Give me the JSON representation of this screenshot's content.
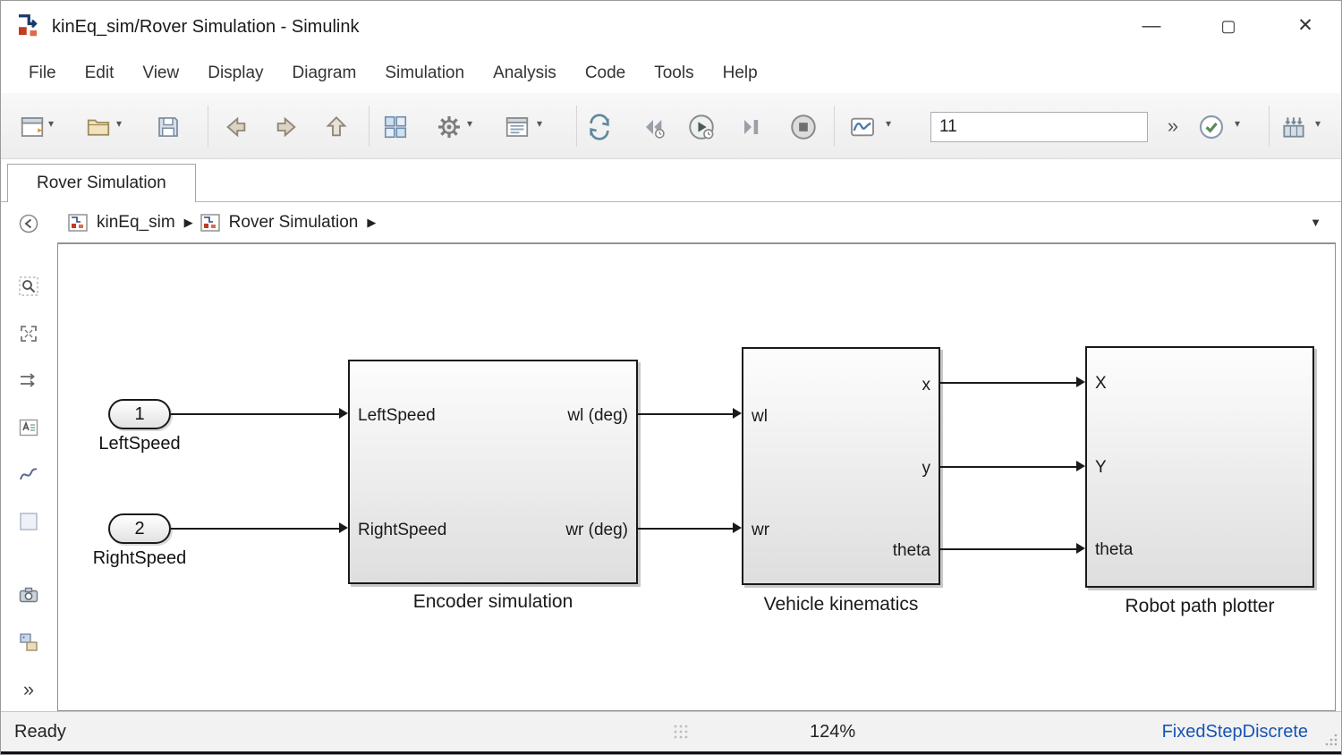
{
  "window": {
    "title": "kinEq_sim/Rover Simulation - Simulink",
    "minimize": "—",
    "maximize": "▢",
    "close": "✕"
  },
  "menu": {
    "items": [
      {
        "label": "File"
      },
      {
        "label": "Edit"
      },
      {
        "label": "View"
      },
      {
        "label": "Display"
      },
      {
        "label": "Diagram"
      },
      {
        "label": "Simulation"
      },
      {
        "label": "Analysis"
      },
      {
        "label": "Code"
      },
      {
        "label": "Tools"
      },
      {
        "label": "Help"
      }
    ]
  },
  "toolbar": {
    "stop_time_value": "11",
    "overflow_label": "»",
    "caret": "▾"
  },
  "tab": {
    "label": "Rover Simulation"
  },
  "breadcrumb": {
    "root": "kinEq_sim",
    "current": "Rover Simulation",
    "separator": "▶",
    "caret": "▼"
  },
  "sidebar": {
    "overflow_label": "»"
  },
  "diagram": {
    "inports": [
      {
        "number": "1",
        "label": "LeftSpeed"
      },
      {
        "number": "2",
        "label": "RightSpeed"
      }
    ],
    "encoder": {
      "caption": "Encoder simulation",
      "in1": "LeftSpeed",
      "in2": "RightSpeed",
      "out1": "wl (deg)",
      "out2": "wr (deg)"
    },
    "kinematics": {
      "caption": "Vehicle kinematics",
      "in1": "wl",
      "in2": "wr",
      "out1": "x",
      "out2": "y",
      "out3": "theta"
    },
    "plotter": {
      "caption": "Robot path plotter",
      "in1": "X",
      "in2": "Y",
      "in3": "theta"
    }
  },
  "statusbar": {
    "status": "Ready",
    "zoom": "124%",
    "solver": "FixedStepDiscrete"
  }
}
